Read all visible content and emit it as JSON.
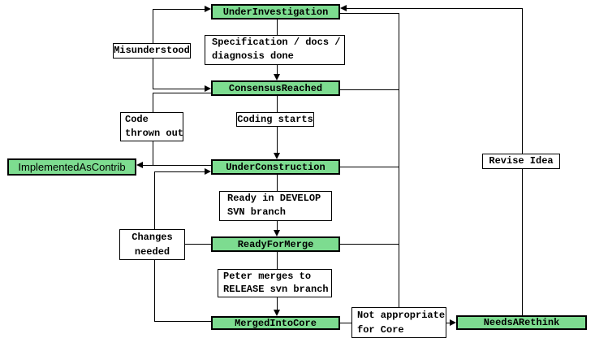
{
  "diagram": {
    "kind": "state-workflow",
    "states": {
      "under_investigation": "UnderInvestigation",
      "consensus_reached": "ConsensusReached",
      "under_construction": "UnderConstruction",
      "implemented_as_contrib": "ImplementedAsContrib",
      "ready_for_merge": "ReadyForMerge",
      "merged_into_core": "MergedIntoCore",
      "needs_a_rethink": "NeedsARethink"
    },
    "labels": {
      "misunderstood": {
        "l1": "Misunderstood"
      },
      "spec_done": {
        "l1": "Specification / docs /",
        "l2": "diagnosis done"
      },
      "coding_starts": {
        "l1": "Coding starts"
      },
      "code_thrown_out": {
        "l1": "Code",
        "l2": "thrown out"
      },
      "ready_in_develop": {
        "l1": "Ready in DEVELOP",
        "l2": "SVN branch"
      },
      "changes_needed": {
        "l1": "Changes",
        "l2": "needed"
      },
      "peter_merges": {
        "l1": "Peter merges to",
        "l2": "RELEASE svn branch"
      },
      "not_appropriate": {
        "l1": "Not appropriate",
        "l2": "for Core"
      },
      "revise_idea": {
        "l1": "Revise Idea"
      }
    },
    "transitions": [
      {
        "from": "UnderInvestigation",
        "to": "ConsensusReached",
        "label": "Specification / docs / diagnosis done"
      },
      {
        "from": "ConsensusReached",
        "to": "UnderInvestigation",
        "label": "Misunderstood"
      },
      {
        "from": "ConsensusReached",
        "to": "UnderConstruction",
        "label": "Coding starts"
      },
      {
        "from": "UnderConstruction",
        "to": "ConsensusReached",
        "label": "Code thrown out"
      },
      {
        "from": "UnderConstruction",
        "to": "ImplementedAsContrib",
        "label": ""
      },
      {
        "from": "UnderConstruction",
        "to": "ReadyForMerge",
        "label": "Ready in DEVELOP SVN branch"
      },
      {
        "from": "ReadyForMerge",
        "to": "UnderConstruction",
        "label": "Changes needed"
      },
      {
        "from": "MergedIntoCore",
        "to": "UnderConstruction",
        "label": "Changes needed"
      },
      {
        "from": "ReadyForMerge",
        "to": "MergedIntoCore",
        "label": "Peter merges to RELEASE svn branch"
      },
      {
        "from": "MergedIntoCore",
        "to": "NeedsARethink",
        "label": "Not appropriate for Core"
      },
      {
        "from": "NeedsARethink",
        "to": "UnderInvestigation",
        "label": "Revise Idea"
      },
      {
        "from": "ConsensusReached",
        "to": "UnderInvestigation",
        "label": ""
      },
      {
        "from": "UnderConstruction",
        "to": "UnderInvestigation",
        "label": ""
      },
      {
        "from": "ReadyForMerge",
        "to": "UnderInvestigation",
        "label": ""
      }
    ],
    "colors": {
      "state_fill": "#7ddc90",
      "line": "#000000",
      "label_fill": "#ffffff",
      "background": "#ffffff"
    }
  }
}
